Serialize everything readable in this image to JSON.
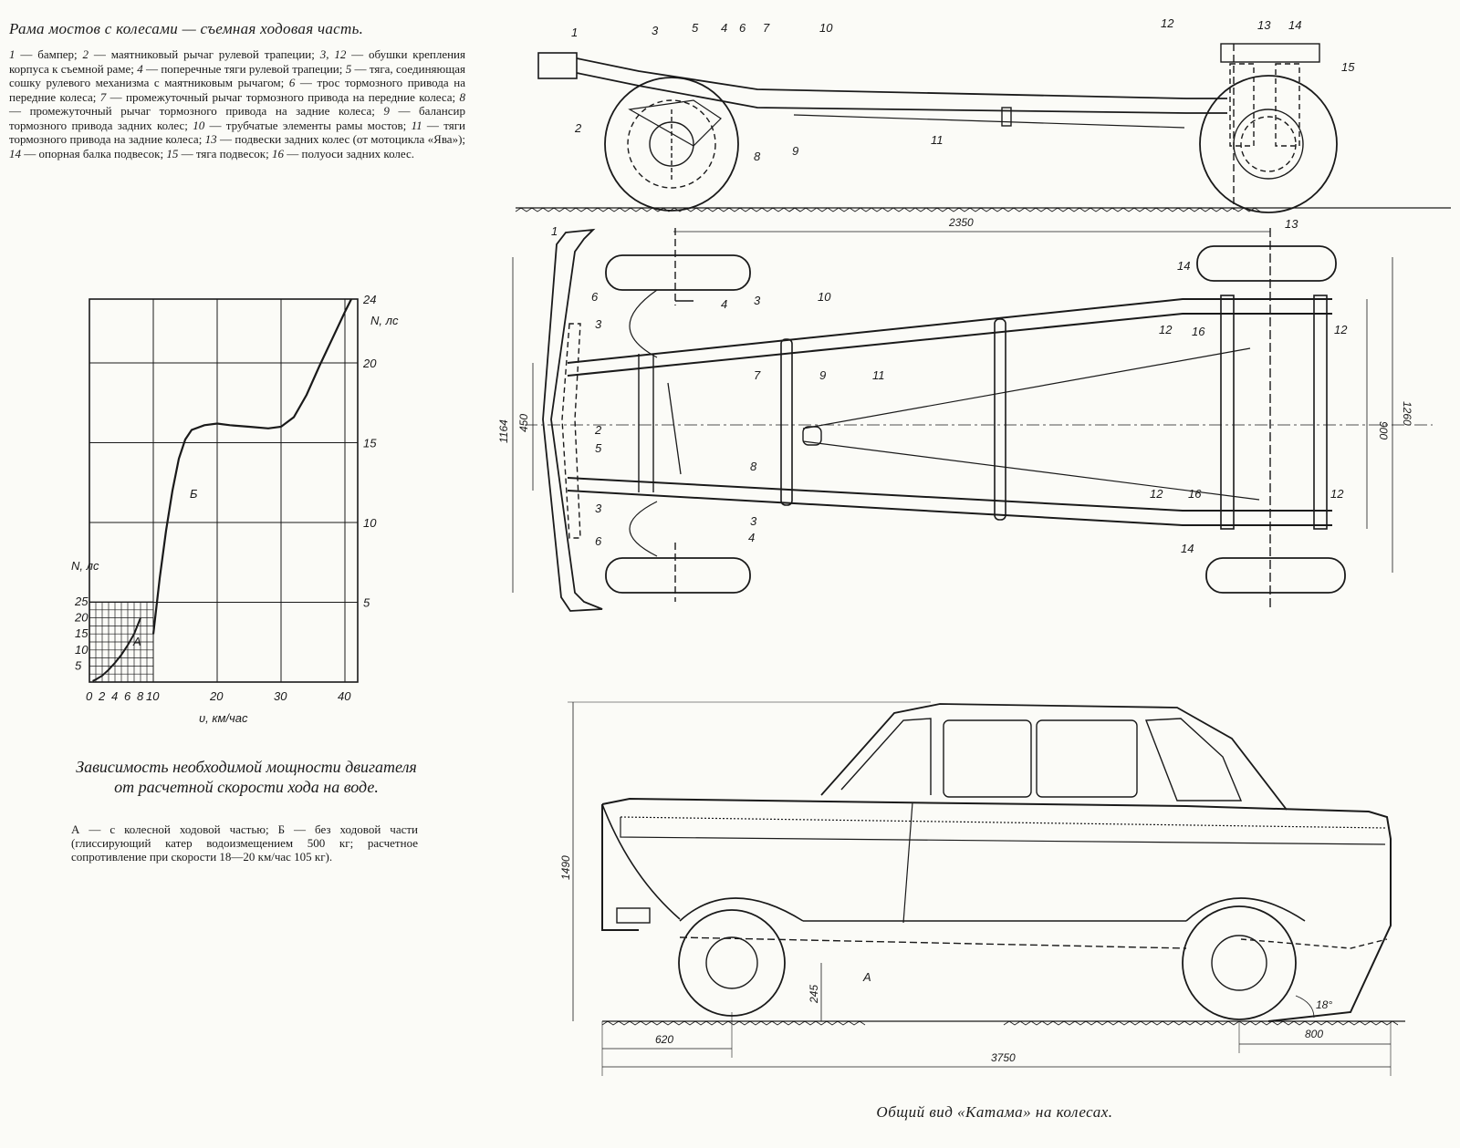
{
  "legend": {
    "title": "Рама мостов с колесами — съемная ходовая часть.",
    "items": [
      {
        "n": "1",
        "t": " — бампер; "
      },
      {
        "n": "2",
        "t": " — маятниковый рычаг рулевой трапеции; "
      },
      {
        "n": "3, 12",
        "t": " — обушки крепления корпуса к съемной раме; "
      },
      {
        "n": "4",
        "t": " — поперечные тяги рулевой трапеции; "
      },
      {
        "n": "5",
        "t": " — тяга, соединяющая сошку рулевого механизма с маятниковым рычагом; "
      },
      {
        "n": "6",
        "t": " — трос тормозного привода на передние колеса; "
      },
      {
        "n": "7",
        "t": " — промежуточный рычаг тормозного привода на передние колеса; "
      },
      {
        "n": "8",
        "t": " — промежуточный рычаг тормозного привода на задние колеса; "
      },
      {
        "n": "9",
        "t": " — балансир тормозного привода задних колес; "
      },
      {
        "n": "10",
        "t": " — трубчатые элементы рамы мостов; "
      },
      {
        "n": "11",
        "t": " — тяги тормозного привода на задние колеса; "
      },
      {
        "n": "13",
        "t": " — подвески задних колес (от мотоцикла «Ява»); "
      },
      {
        "n": "14",
        "t": " — опорная балка подвесок; "
      },
      {
        "n": "15",
        "t": " — тяга подвесок; "
      },
      {
        "n": "16",
        "t": " — полуоси задних колес."
      }
    ]
  },
  "chart_data": {
    "type": "line",
    "xlabel": "υ, км/час",
    "ylabel": "N, лс",
    "ylabel_inset": "N, лс",
    "xlim": [
      0,
      42
    ],
    "ylim": [
      0,
      24
    ],
    "x_ticks": [
      "0",
      "2",
      "4",
      "6",
      "8",
      "10",
      "20",
      "30",
      "40"
    ],
    "y_ticks": [
      "5",
      "10",
      "15",
      "20",
      "24"
    ],
    "inset_y_ticks": [
      "5",
      "10",
      "15",
      "20",
      "25"
    ],
    "series": [
      {
        "name": "Б",
        "x": [
          10,
          11,
          12,
          13,
          14,
          15,
          16,
          18,
          20,
          22,
          25,
          28,
          30,
          32,
          34,
          36,
          38,
          40,
          41
        ],
        "y": [
          3,
          6.5,
          9.5,
          12,
          14,
          15.2,
          15.8,
          16.1,
          16.2,
          16.1,
          16.0,
          15.9,
          16.0,
          16.6,
          18.0,
          19.8,
          21.5,
          23.2,
          24
        ]
      },
      {
        "name": "А",
        "x": [
          0.5,
          1,
          2,
          3,
          4,
          5,
          6,
          7,
          8
        ],
        "y": [
          0.3,
          0.8,
          2,
          3.8,
          6,
          8.5,
          11.5,
          15,
          20
        ]
      }
    ]
  },
  "chart_caption": "Зависимость необходимой мощности двигателя от расчетной скорости хода на воде.",
  "chart_note": "А — с колесной ходовой частью; Б — без ходовой части (глиссирующий катер водоизмещением 500 кг; расчетное сопротивление при скорости 18—20 км/час 105 кг).",
  "dimensions": {
    "wheelbase": "2350",
    "front_track_outer": "1164",
    "front_inner": "450",
    "rear_inner": "900",
    "rear_outer": "1260",
    "height": "1490",
    "clearance": "245",
    "front_overhang": "620",
    "rear_overhang": "800",
    "length": "3750",
    "angle": "18°"
  },
  "side_view_point": "А",
  "view_caption": "Общий вид «Катама» на колесах."
}
